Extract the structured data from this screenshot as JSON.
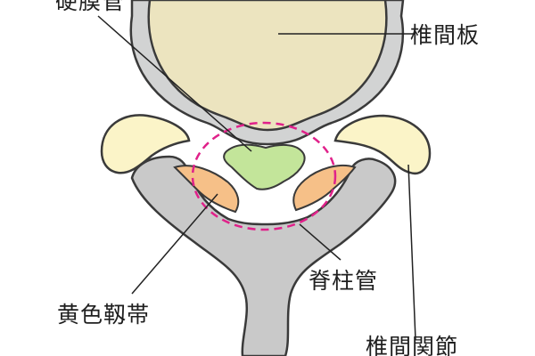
{
  "labels": {
    "dura_tube": "硬膜管",
    "disc": "椎間板",
    "ligament": "黄色靱帯",
    "canal": "脊柱管",
    "facet_joint": "椎間関節"
  },
  "colors": {
    "outline": "#3a3a3a",
    "disc": "#ece4bf",
    "disc_rim": "#d2d3d3",
    "bone_gray": "#c9c9c9",
    "facet_cream": "#fbf4c8",
    "ligament_orange": "#f6c088",
    "dura_green": "#c3e59a",
    "highlight_circle": "#e0218a",
    "leader_line": "#222222"
  }
}
